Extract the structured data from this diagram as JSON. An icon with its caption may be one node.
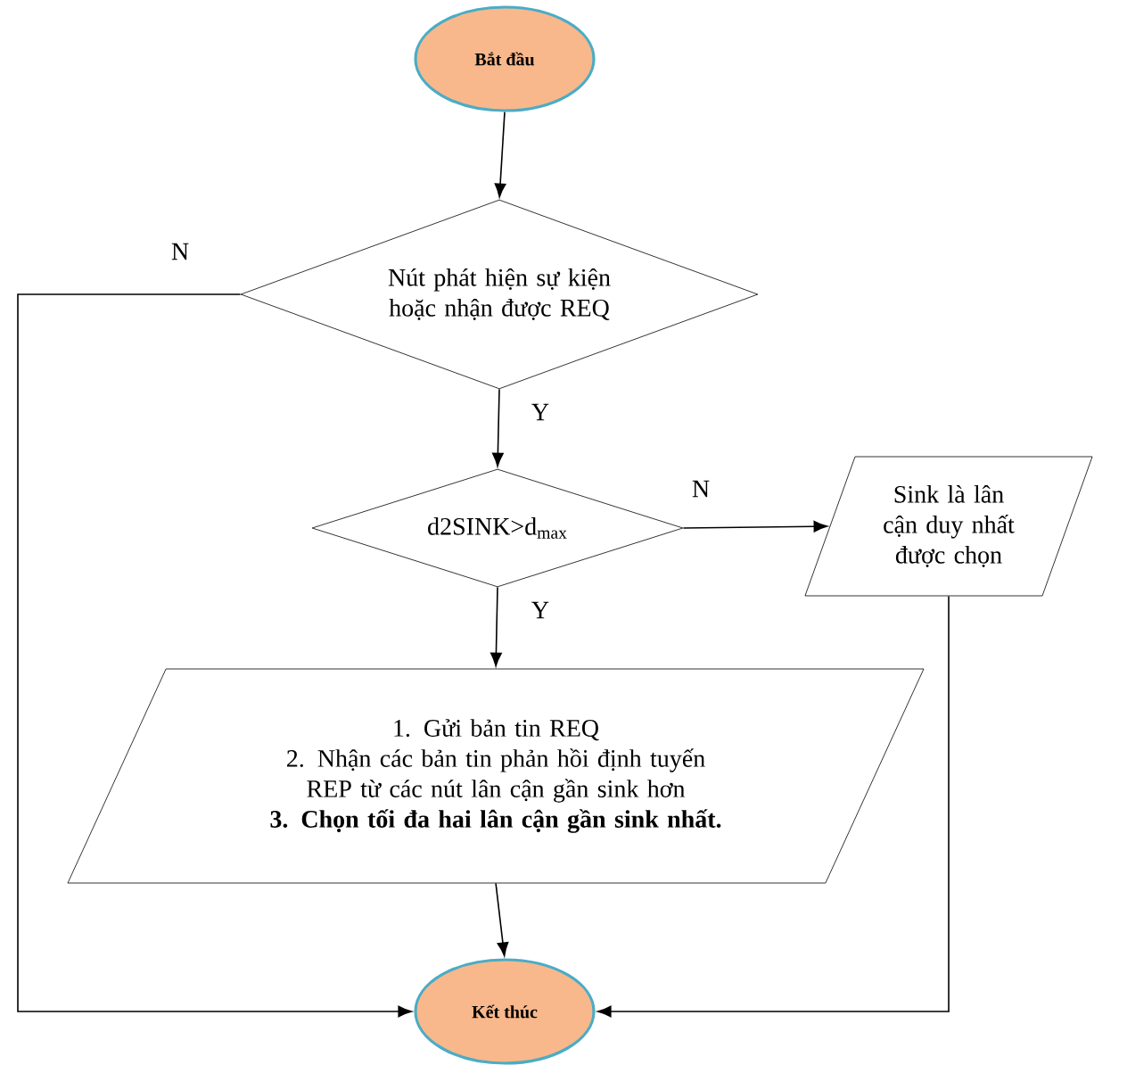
{
  "diagram": {
    "nodes": [
      {
        "text": [
          "Bắt đầu"
        ]
      },
      {
        "text": [
          "Nút phát hiện sự kiện hoặc nhận được REQ"
        ]
      },
      {
        "text": [
          "d2SINK>d$_{max}$"
        ]
      },
      {
        "text": [
          "Sink là lân cận duy nhất được chọn"
        ]
      },
      {
        "text": [
          "1. Gửi bản tin REQ",
          "2. Nhận các bản tin phản hồi định tuyến REP từ các nút lân cận gần sink hơn",
          "3. Chọn tối đa hai lân cận gần sink nhất."
        ]
      },
      {
        "text": [
          "Kết thúc"
        ]
      }
    ],
    "edges": [
      {
        "from": 0,
        "to": 1,
        "arrow": "to"
      },
      {
        "from": 1,
        "to": 2,
        "arrow": "to",
        "label": "Y"
      },
      {
        "from": 2,
        "to": 3,
        "arrow": "to",
        "label": "N"
      },
      {
        "from": 2,
        "to": 4,
        "arrow": "to",
        "label": "Y"
      },
      {
        "from": 1,
        "to": 5,
        "arrow": "to",
        "label": "N"
      },
      {
        "from": 3,
        "to": 5,
        "arrow": "to"
      },
      {
        "from": 4,
        "to": 5,
        "arrow": "to"
      }
    ]
  }
}
